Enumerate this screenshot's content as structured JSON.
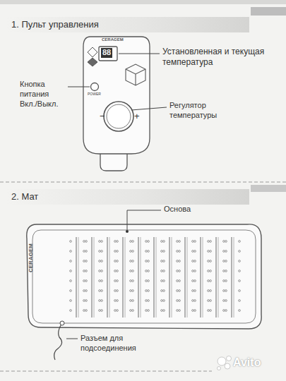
{
  "diagram": {
    "nodes": [
      {
        "text": [
          "1. Пульт управления"
        ]
      },
      {
        "text": [
          "2. Мат"
        ]
      }
    ],
    "labels": [
      "CERAGEM",
      "88",
      "POWER",
      "−",
      "+",
      "Установленная и текущая температура",
      "Кнопка питания Вкл./Выкл.",
      "Регулятор температуры",
      "Основа",
      "CERAGEM",
      "Разъем для подсоединения",
      "Avito"
    ]
  }
}
